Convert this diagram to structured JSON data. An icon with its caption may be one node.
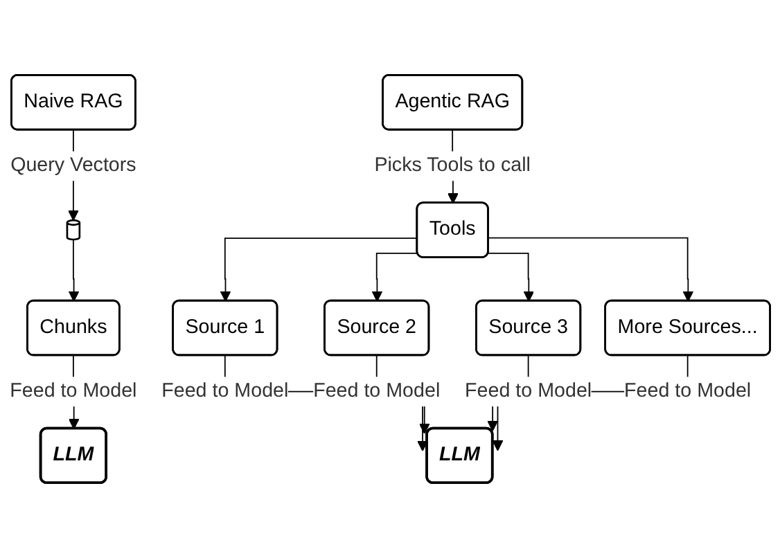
{
  "diagram": {
    "nodes": [
      {
        "text": [
          "Naive RAG"
        ]
      },
      {
        "text": [],
        "shape": "cylinder"
      },
      {
        "text": [
          "Chunks"
        ]
      },
      {
        "text": [
          "LLM"
        ]
      },
      {
        "text": [
          "Agentic RAG"
        ]
      },
      {
        "text": [
          "Tools"
        ]
      },
      {
        "text": [
          "Source 1"
        ]
      },
      {
        "text": [
          "Source 2"
        ]
      },
      {
        "text": [
          "Source 3"
        ]
      },
      {
        "text": [
          "More Sources..."
        ]
      },
      {
        "text": [
          "LLM"
        ]
      }
    ],
    "edges": [
      {
        "from": 0,
        "to": 1,
        "arrow": "to",
        "label": "Query Vectors"
      },
      {
        "from": 1,
        "to": 2,
        "arrow": "to"
      },
      {
        "from": 2,
        "to": 3,
        "arrow": "to",
        "label": "Feed to Model"
      },
      {
        "from": 4,
        "to": 5,
        "arrow": "to",
        "label": "Picks Tools to call"
      },
      {
        "from": 5,
        "to": 6,
        "arrow": "to"
      },
      {
        "from": 5,
        "to": 7,
        "arrow": "to"
      },
      {
        "from": 5,
        "to": 8,
        "arrow": "to"
      },
      {
        "from": 5,
        "to": 9,
        "arrow": "to"
      },
      {
        "from": 6,
        "to": 10,
        "arrow": "to",
        "label": "Feed to Model"
      },
      {
        "from": 7,
        "to": 10,
        "arrow": "to",
        "label": "Feed to Model"
      },
      {
        "from": 8,
        "to": 10,
        "arrow": "to",
        "label": "Feed to Model"
      },
      {
        "from": 9,
        "to": 10,
        "arrow": "to",
        "label": "Feed to Model"
      }
    ]
  }
}
